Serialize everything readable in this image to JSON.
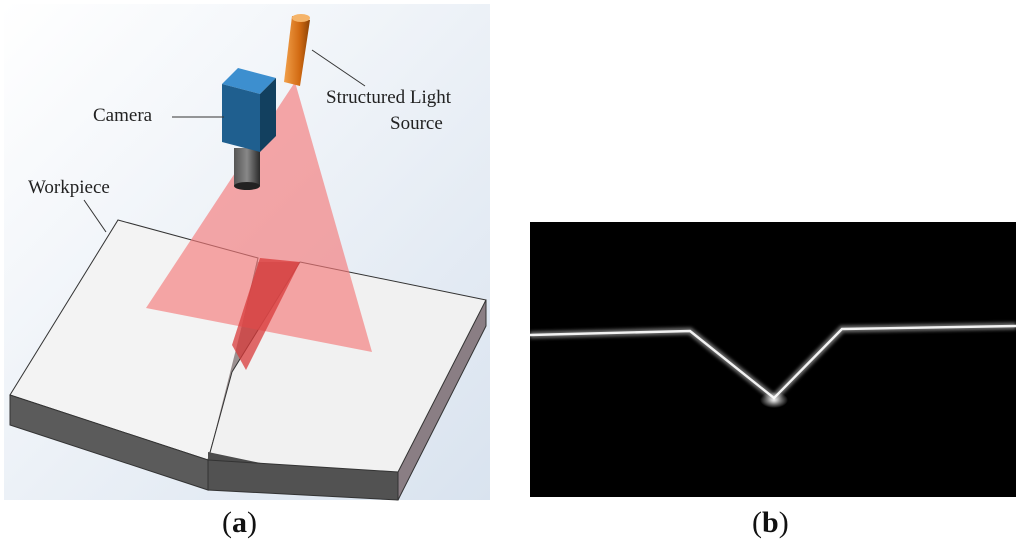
{
  "panel_a": {
    "labels": {
      "camera": "Camera",
      "light_source_line1": "Structured Light",
      "light_source_line2": "Source",
      "workpiece": "Workpiece"
    },
    "caption_open": "(",
    "caption_letter": "a",
    "caption_close": ")"
  },
  "panel_b": {
    "caption_open": "(",
    "caption_letter": "b",
    "caption_close": ")"
  },
  "colors": {
    "laser_plane": "#f47a7a",
    "camera_body": "#1f5f8f",
    "light_source": "#d9731c",
    "workpiece_top": "#f4f4f4",
    "stripe_image_bg": "#000000",
    "stripe": "#e8e8e8"
  }
}
